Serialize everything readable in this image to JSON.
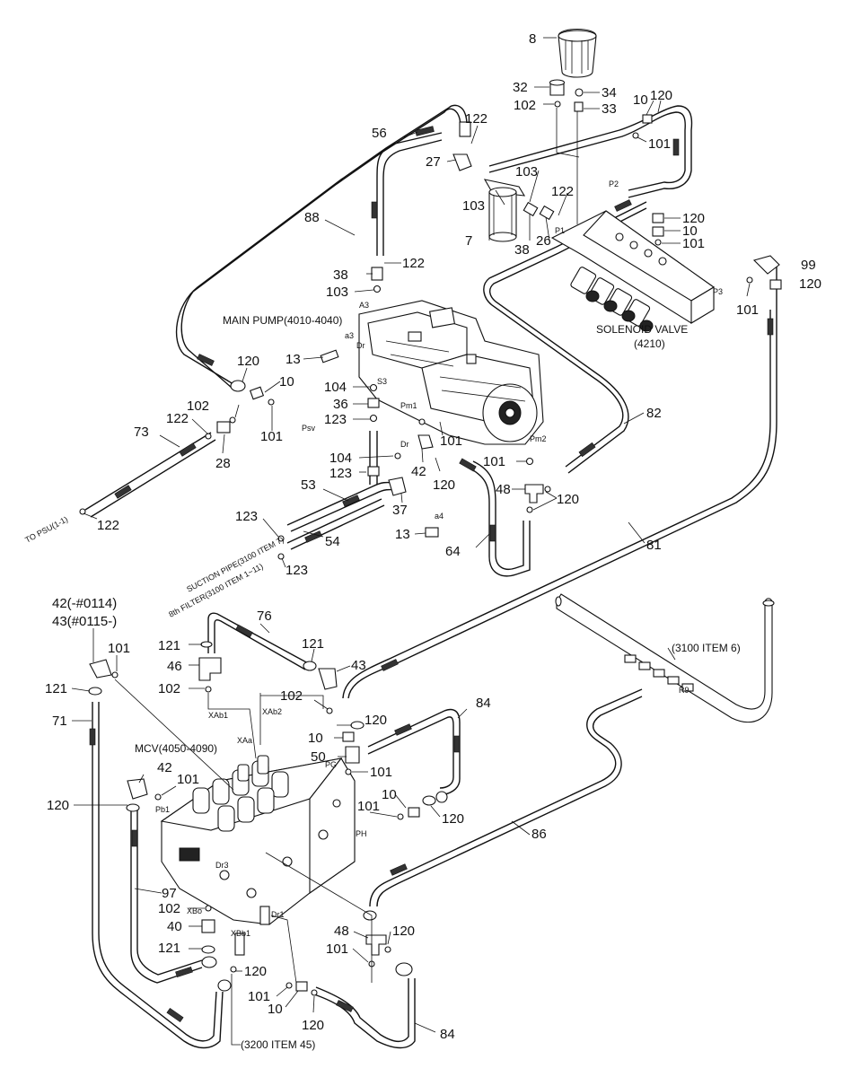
{
  "callouts": [
    {
      "id": "c8",
      "text": "8"
    },
    {
      "id": "c32",
      "text": "32"
    },
    {
      "id": "c34",
      "text": "34"
    },
    {
      "id": "c102a",
      "text": "102"
    },
    {
      "id": "c33",
      "text": "33"
    },
    {
      "id": "c10a",
      "text": "10"
    },
    {
      "id": "c120a",
      "text": "120"
    },
    {
      "id": "c101a",
      "text": "101"
    },
    {
      "id": "c56",
      "text": "56"
    },
    {
      "id": "c122a",
      "text": "122"
    },
    {
      "id": "c27",
      "text": "27"
    },
    {
      "id": "c103a",
      "text": "103"
    },
    {
      "id": "c103b",
      "text": "103"
    },
    {
      "id": "c122b",
      "text": "122"
    },
    {
      "id": "c7",
      "text": "7"
    },
    {
      "id": "c38a",
      "text": "38"
    },
    {
      "id": "c26",
      "text": "26"
    },
    {
      "id": "c120b",
      "text": "120"
    },
    {
      "id": "c10b",
      "text": "10"
    },
    {
      "id": "c101b",
      "text": "101"
    },
    {
      "id": "c88",
      "text": "88"
    },
    {
      "id": "c122c",
      "text": "122"
    },
    {
      "id": "c38b",
      "text": "38"
    },
    {
      "id": "c103c",
      "text": "103"
    },
    {
      "id": "c99",
      "text": "99"
    },
    {
      "id": "c120c",
      "text": "120"
    },
    {
      "id": "c101c",
      "text": "101"
    },
    {
      "id": "c13a",
      "text": "13"
    },
    {
      "id": "c120d",
      "text": "120"
    },
    {
      "id": "c10c",
      "text": "10"
    },
    {
      "id": "c104a",
      "text": "104"
    },
    {
      "id": "c36",
      "text": "36"
    },
    {
      "id": "c123a",
      "text": "123"
    },
    {
      "id": "c102b",
      "text": "102"
    },
    {
      "id": "c122d",
      "text": "122"
    },
    {
      "id": "c101d",
      "text": "101"
    },
    {
      "id": "c73",
      "text": "73"
    },
    {
      "id": "c28",
      "text": "28"
    },
    {
      "id": "c101e",
      "text": "101"
    },
    {
      "id": "c82",
      "text": "82"
    },
    {
      "id": "c101f",
      "text": "101"
    },
    {
      "id": "c104b",
      "text": "104"
    },
    {
      "id": "c123b",
      "text": "123"
    },
    {
      "id": "c42a",
      "text": "42"
    },
    {
      "id": "c120e",
      "text": "120"
    },
    {
      "id": "c53",
      "text": "53"
    },
    {
      "id": "c37",
      "text": "37"
    },
    {
      "id": "c48a",
      "text": "48"
    },
    {
      "id": "c120f",
      "text": "120"
    },
    {
      "id": "c123c",
      "text": "123"
    },
    {
      "id": "c13b",
      "text": "13"
    },
    {
      "id": "c54",
      "text": "54"
    },
    {
      "id": "c123d",
      "text": "123"
    },
    {
      "id": "c64",
      "text": "64"
    },
    {
      "id": "c81",
      "text": "81"
    },
    {
      "id": "c122e",
      "text": "122"
    },
    {
      "id": "c42b",
      "text": "42(-#0114)"
    },
    {
      "id": "c43a",
      "text": "43(#0115-)"
    },
    {
      "id": "c76",
      "text": "76"
    },
    {
      "id": "c121a",
      "text": "121"
    },
    {
      "id": "c121b",
      "text": "121"
    },
    {
      "id": "c46",
      "text": "46"
    },
    {
      "id": "c43b",
      "text": "43"
    },
    {
      "id": "c101g",
      "text": "101"
    },
    {
      "id": "c121c",
      "text": "121"
    },
    {
      "id": "c102c",
      "text": "102"
    },
    {
      "id": "c102d",
      "text": "102"
    },
    {
      "id": "c71",
      "text": "71"
    },
    {
      "id": "c120g",
      "text": "120"
    },
    {
      "id": "c10d",
      "text": "10"
    },
    {
      "id": "c84a",
      "text": "84"
    },
    {
      "id": "c50",
      "text": "50"
    },
    {
      "id": "c101h",
      "text": "101"
    },
    {
      "id": "c42c",
      "text": "42"
    },
    {
      "id": "c101i",
      "text": "101"
    },
    {
      "id": "c120h",
      "text": "120"
    },
    {
      "id": "c10e",
      "text": "10"
    },
    {
      "id": "c101j",
      "text": "101"
    },
    {
      "id": "c120i",
      "text": "120"
    },
    {
      "id": "c86",
      "text": "86"
    },
    {
      "id": "c97",
      "text": "97"
    },
    {
      "id": "c102e",
      "text": "102"
    },
    {
      "id": "c40",
      "text": "40"
    },
    {
      "id": "c48b",
      "text": "48"
    },
    {
      "id": "c120j",
      "text": "120"
    },
    {
      "id": "c121d",
      "text": "121"
    },
    {
      "id": "c101k",
      "text": "101"
    },
    {
      "id": "c120k",
      "text": "120"
    },
    {
      "id": "c101l",
      "text": "101"
    },
    {
      "id": "c10f",
      "text": "10"
    },
    {
      "id": "c120l",
      "text": "120"
    },
    {
      "id": "c84b",
      "text": "84"
    }
  ],
  "titles": {
    "main_pump": "MAIN PUMP(4010-4040)",
    "solenoid_1": "SOLENOID VALVE",
    "solenoid_2": "(4210)",
    "mcv": "MCV(4050-4090)",
    "item_3100": "(3100 ITEM 6)",
    "item_3200": "(3200 ITEM 45)"
  },
  "ports": {
    "a3": "A3",
    "a3s": "a3",
    "dr": "Dr",
    "pm1": "Pm1",
    "pm2": "Pm2",
    "dr2": "Dr",
    "s3": "S3",
    "psv": "Psv",
    "a4": "a4",
    "p1": "P1",
    "p2": "P2",
    "p3": "P3",
    "xab1": "XAb1",
    "xab2": "XAb2",
    "xaa": "XAa",
    "pg": "PG",
    "pb1": "Pb1",
    "ph": "PH",
    "dr3": "Dr3",
    "xbo": "XBo",
    "xbb1": "XBb1",
    "dr1": "Dr1",
    "r9": "R9"
  },
  "notes": {
    "note1": "TO PSU(1-1)",
    "note2": "SUCTION PIPE(3100 ITEM 7)",
    "note3": "8th FILTER(3100 ITEM 1~11)"
  }
}
